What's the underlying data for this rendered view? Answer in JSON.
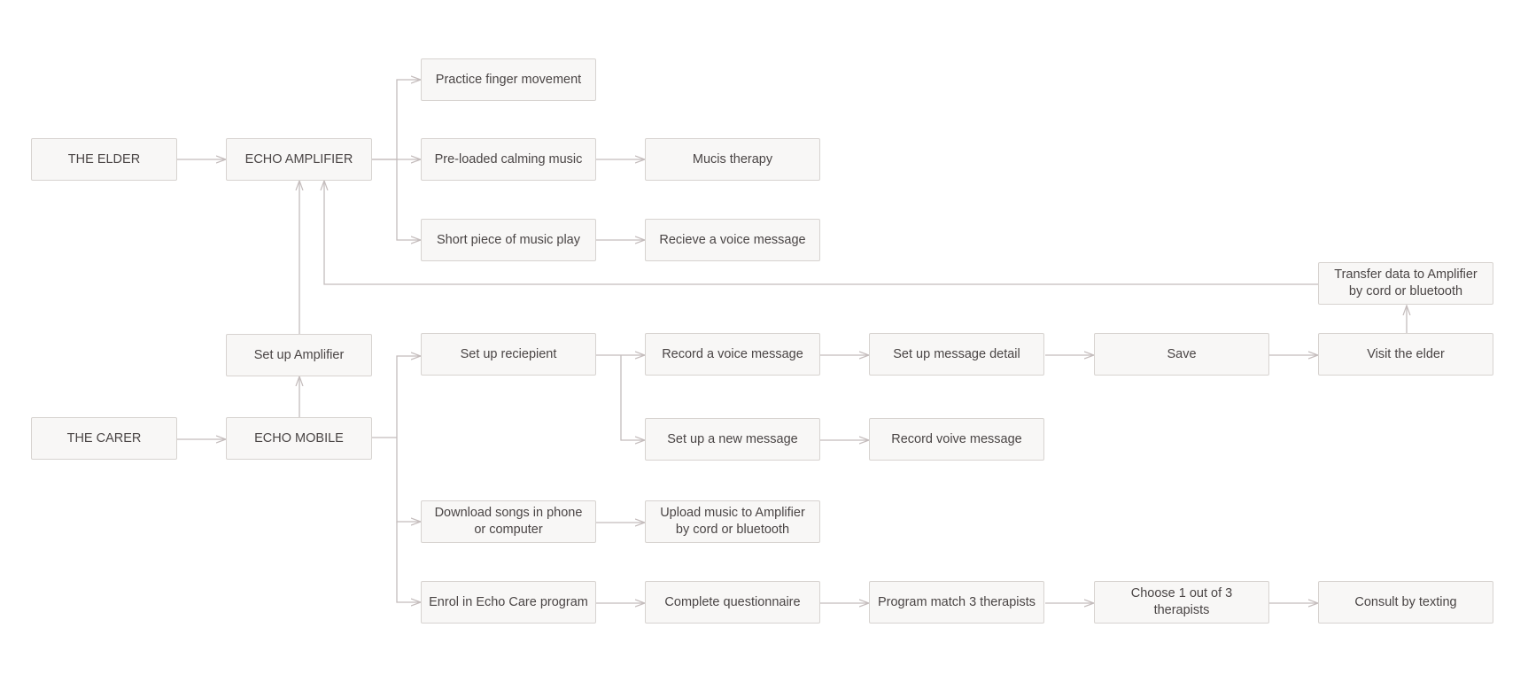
{
  "diagram": {
    "colors": {
      "node_fill": "#f8f7f6",
      "node_border": "#d7d3d0",
      "edge": "#c4bcbc",
      "text": "#4a4545"
    },
    "nodes": {
      "the_elder": "THE ELDER",
      "echo_amplifier": "ECHO AMPLIFIER",
      "practice_finger": "Practice finger movement",
      "preloaded_music": "Pre-loaded calming music",
      "mucis_therapy": "Mucis therapy",
      "short_piece": "Short piece of music play",
      "recieve_voice": "Recieve a voice message",
      "transfer_data": "Transfer data to Amplifier by cord or bluetooth",
      "set_up_amplifier": "Set up Amplifier",
      "set_up_reciepient": "Set up reciepient",
      "record_voice": "Record a voice message",
      "set_up_detail": "Set up message detail",
      "save": "Save",
      "visit_elder": "Visit the elder",
      "the_carer": "THE CARER",
      "echo_mobile": "ECHO MOBILE",
      "set_up_new": "Set up a new message",
      "record_voive": "Record voive message",
      "download_songs": "Download songs in phone or computer",
      "upload_music": "Upload music to Amplifier by cord or bluetooth",
      "enrol": "Enrol in Echo Care program",
      "questionnaire": "Complete questionnaire",
      "match_therapists": "Program match 3 therapists",
      "choose_therapist": "Choose 1 out of 3 therapists",
      "consult": "Consult by texting"
    }
  }
}
